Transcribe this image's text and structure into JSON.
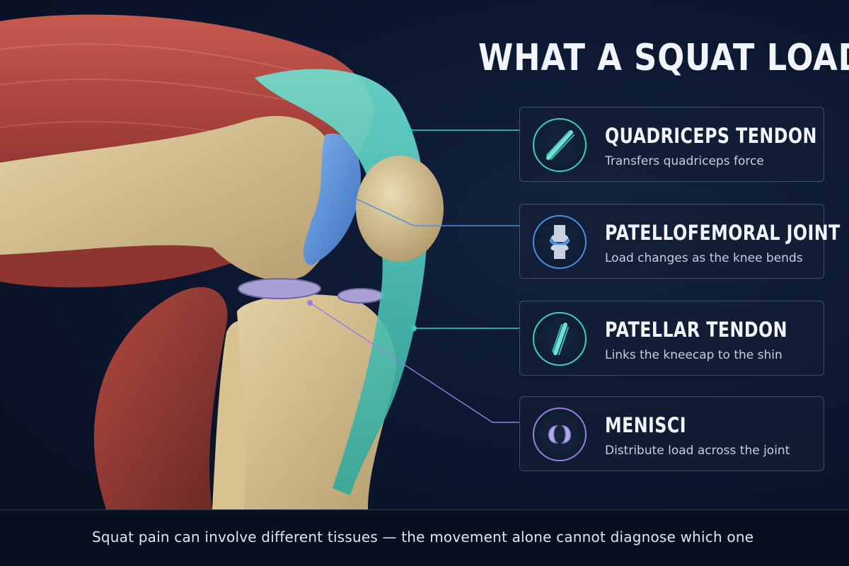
{
  "title": "WHAT A SQUAT LOADS",
  "cards": [
    {
      "title": "QUADRICEPS TENDON",
      "description": "Transfers quadriceps force",
      "icon": "tendon-fibers-icon",
      "accent": "#3fd0b8"
    },
    {
      "title": "PATELLOFEMORAL JOINT",
      "description": "Load changes as the knee bends",
      "icon": "knee-joint-icon",
      "accent": "#4a8fe0"
    },
    {
      "title": "PATELLAR TENDON",
      "description": "Links the kneecap to the shin",
      "icon": "tendon-fibers-icon",
      "accent": "#3fd0b8"
    },
    {
      "title": "MENISCI",
      "description": "Distribute load across the joint",
      "icon": "menisci-icon",
      "accent": "#9a7fe0"
    }
  ],
  "footer": "Squat pain can involve different tissues — the movement alone cannot diagnose which one",
  "colors": {
    "background": "#0c1730",
    "muscle": "#b4473f",
    "bone": "#d9c596",
    "tendon": "#52d6c4",
    "cartilage": "#5c93d8",
    "meniscus": "#9a8ec9"
  }
}
